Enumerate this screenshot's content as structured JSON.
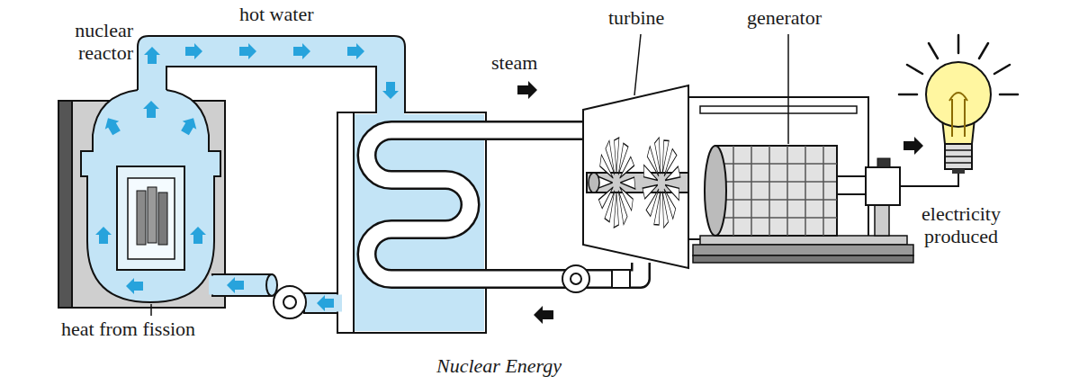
{
  "diagram": {
    "caption": "Nuclear Energy",
    "labels": [
      "hot water",
      "nuclear reactor",
      "steam",
      "turbine",
      "generator",
      "electricity produced",
      "heat from fission"
    ]
  }
}
